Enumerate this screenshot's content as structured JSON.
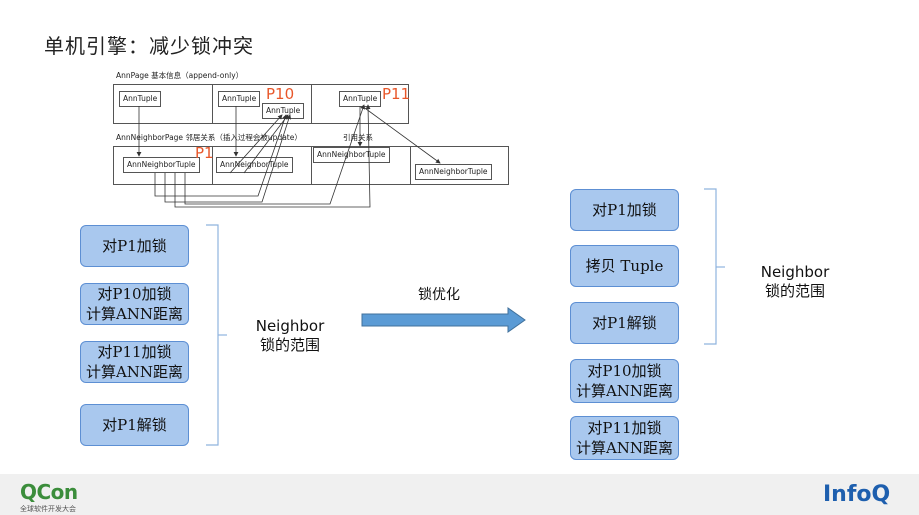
{
  "title": "单机引擎：减少锁冲突",
  "diagram": {
    "annpage_caption": "AnnPage  基本信息（append-only）",
    "annneighborpage_caption": "AnnNeighborPage    邻居关系（插入过程会被update）",
    "reference_caption": "引用关系",
    "ann_tuples": [
      "AnnTuple",
      "AnnTuple",
      "AnnTuple",
      "AnnTuple"
    ],
    "neighbor_tuples": [
      "AnnNeighborTuple",
      "AnnNeighborTuple",
      "AnnNeighborTuple",
      "AnnNeighborTuple"
    ],
    "p_labels": [
      "P1",
      "P10",
      "P11"
    ]
  },
  "left_steps": [
    {
      "lines": [
        "对P1加锁"
      ]
    },
    {
      "lines": [
        "对P10加锁",
        "计算ANN距离"
      ]
    },
    {
      "lines": [
        "对P11加锁",
        "计算ANN距离"
      ]
    },
    {
      "lines": [
        "对P1解锁"
      ]
    }
  ],
  "left_brace_label": [
    "Neighbor",
    "锁的范围"
  ],
  "arrow_label": "锁优化",
  "right_steps": [
    {
      "lines": [
        "对P1加锁"
      ]
    },
    {
      "lines": [
        "拷贝 Tuple"
      ]
    },
    {
      "lines": [
        "对P1解锁"
      ]
    },
    {
      "lines": [
        "对P10加锁",
        "计算ANN距离"
      ]
    },
    {
      "lines": [
        "对P11加锁",
        "计算ANN距离"
      ]
    }
  ],
  "right_brace_label": [
    "Neighbor",
    "锁的范围"
  ],
  "footer": {
    "qcon": "QCon",
    "qcon_sub": "全球软件开发大会",
    "infoq": "InfoQ"
  },
  "colors": {
    "box_fill": "#a9c8ee",
    "box_border": "#5d8fd3",
    "arrow": "#5b9bd5",
    "brace": "#8fb3de",
    "p_label": "#e8572a",
    "qcon_green": "#3b8d3b",
    "infoq_blue": "#1e5fae"
  }
}
